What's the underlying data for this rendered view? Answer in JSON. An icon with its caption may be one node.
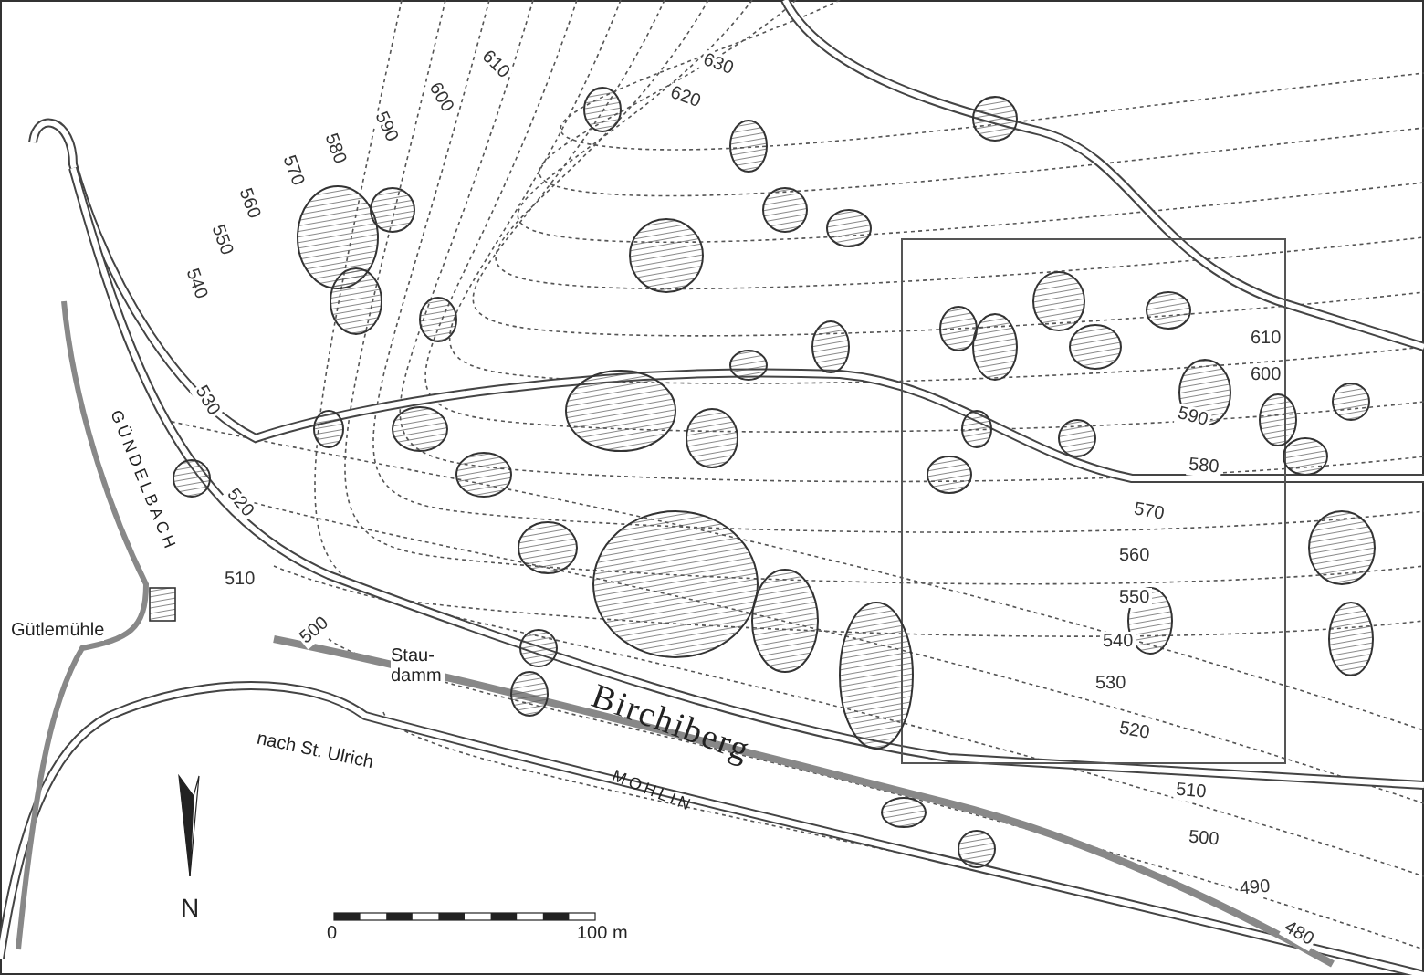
{
  "diagram": {
    "labels": [
      "630",
      "620",
      "610",
      "600",
      "590",
      "580",
      "570",
      "560",
      "550",
      "540",
      "610",
      "600",
      "590",
      "530",
      "580",
      "570",
      "GÜNDELBACH",
      "520",
      "560",
      "510",
      "550",
      "Gütlemühle",
      "500",
      "540",
      "Stau-damm",
      "530",
      "Birchiberg",
      "520",
      "nach St. Ulrich",
      "MOHLIN",
      "510",
      "500",
      "490",
      "N",
      "480",
      "0",
      "100 m"
    ]
  }
}
